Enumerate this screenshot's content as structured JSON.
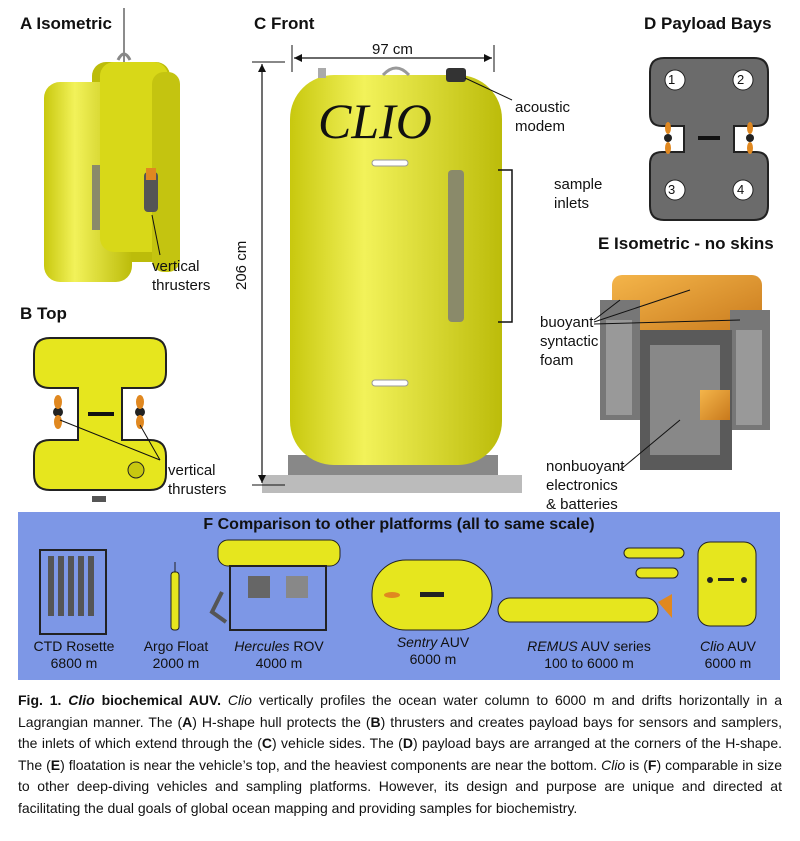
{
  "panels": {
    "A": {
      "title": "A  Isometric",
      "label_vertical": "vertical",
      "label_thrusters": "thrusters"
    },
    "B": {
      "title": "B  Top",
      "label_vertical": "vertical",
      "label_thrusters": "thrusters"
    },
    "C": {
      "title": "C  Front",
      "width_dim": "97 cm",
      "height_dim": "206 cm",
      "vehicle_name": "CLIO",
      "acoustic": "acoustic",
      "modem": "modem",
      "sample": "sample",
      "inlets": "inlets"
    },
    "D": {
      "title": "D  Payload Bays",
      "bays": [
        "1",
        "2",
        "3",
        "4"
      ]
    },
    "E": {
      "title": "E  Isometric - no skins",
      "buoyant": "buoyant",
      "syntactic": "syntactic",
      "foam": "foam",
      "nonbuoyant": "nonbuoyant",
      "electronics": "electronics",
      "batteries": "& batteries"
    }
  },
  "comparison": {
    "title": "F  Comparison to other platforms (all to same scale)",
    "platforms": [
      {
        "name": "CTD Rosette",
        "name_suffix": "",
        "depth": "6800 m"
      },
      {
        "name": "Argo Float",
        "name_suffix": "",
        "depth": "2000 m"
      },
      {
        "name": "Hercules",
        "name_suffix": " ROV",
        "depth": "4000 m"
      },
      {
        "name": "Sentry",
        "name_suffix": " AUV",
        "depth": "6000 m"
      },
      {
        "name": "REMUS",
        "name_suffix": " AUV series",
        "depth": "100 to 6000 m"
      },
      {
        "name": "Clio",
        "name_suffix": " AUV",
        "depth": "6000 m"
      }
    ]
  },
  "caption": {
    "fig": "Fig. 1.",
    "title_it": "Clio",
    "title_rest": " biochemical AUV.",
    "s1": " vertically profiles the ocean water column to 6000 m and drifts horizontally in a Lagrangian manner. The (",
    "s2": ") H-shape hull protects the (",
    "s3": ") thrusters and creates payload bays for sensors and samplers, the inlets of which extend through the (",
    "s4": ") vehicle sides. The (",
    "s5": ") payload bays are arranged at the corners of the H-shape. The (",
    "s6": ") floatation is near the vehicle’s top, and the heaviest components are near the bottom. ",
    "s7": " is (",
    "s8": ") comparable in size to other deep-diving vehicles and sampling platforms. However, its design and purpose are unique and directed at facilitating the dual goals of global ocean mapping and providing samples for biochemistry.",
    "clio": "Clio",
    "letters": [
      "A",
      "B",
      "C",
      "D",
      "E",
      "F"
    ]
  },
  "colors": {
    "hull_yellow": "#e6e61e",
    "band_blue": "#7d97e6",
    "gray_hull": "#6b6b6b",
    "foam_orange": "#e89a2e"
  }
}
